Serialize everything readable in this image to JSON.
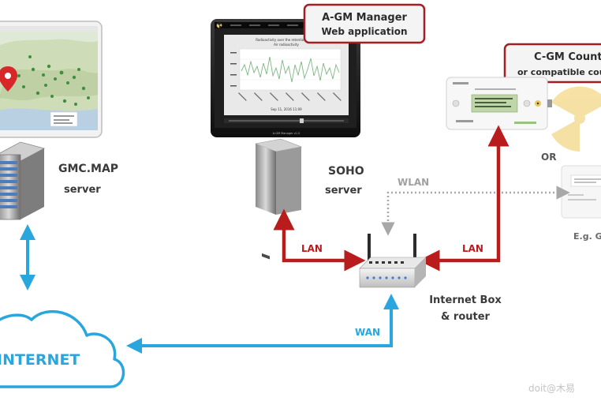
{
  "labels": {
    "gmc_map": "GMC.MAP",
    "gmc_map_server": "server",
    "soho": "SOHO",
    "soho_server": "server",
    "agm_title": "A-GM Manager",
    "agm_sub": "Web application",
    "cgm_title": "C-GM Counter",
    "cgm_sub": "or compatible  count",
    "or": "OR",
    "eg": "E.g. GM",
    "wlan": "WLAN",
    "lan_left": "LAN",
    "lan_right": "LAN",
    "wan": "WAN",
    "router_1": "Internet Box",
    "router_2": "& router",
    "internet": "INTERNET",
    "watermark": "doit@木易"
  },
  "screen": {
    "chart_title_1": "Radioactivity over the retention period",
    "chart_title_2": "Air radioactivity",
    "date": "Sep 11, 2016 11:09",
    "footer": "A-GM Manager v1.0"
  },
  "colors": {
    "red": "#b81c1c",
    "blue": "#2aa6df",
    "gray_arrow": "#a8a8a8",
    "text": "#3a3a3a"
  }
}
